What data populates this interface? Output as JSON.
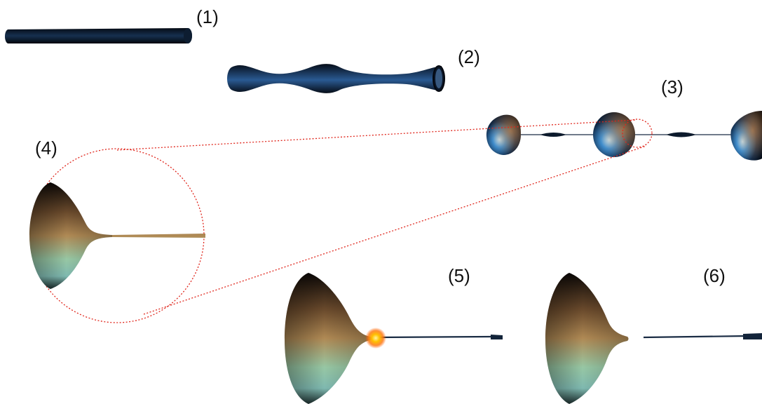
{
  "labels": {
    "stage_1": "(1)",
    "stage_2": "(2)",
    "stage_3": "(3)",
    "stage_4": "(4)",
    "stage_5": "(5)",
    "stage_6": "(6)"
  },
  "colors": {
    "fluid_dark": "#0b1626",
    "fluid_blue": "#2f5f9a",
    "surface_bronze": "#a2743e",
    "surface_teal": "#8fcfb8",
    "zoom_guide": "#e0261c",
    "pinch_glow": "#ffb000",
    "label_text": "#111111"
  }
}
